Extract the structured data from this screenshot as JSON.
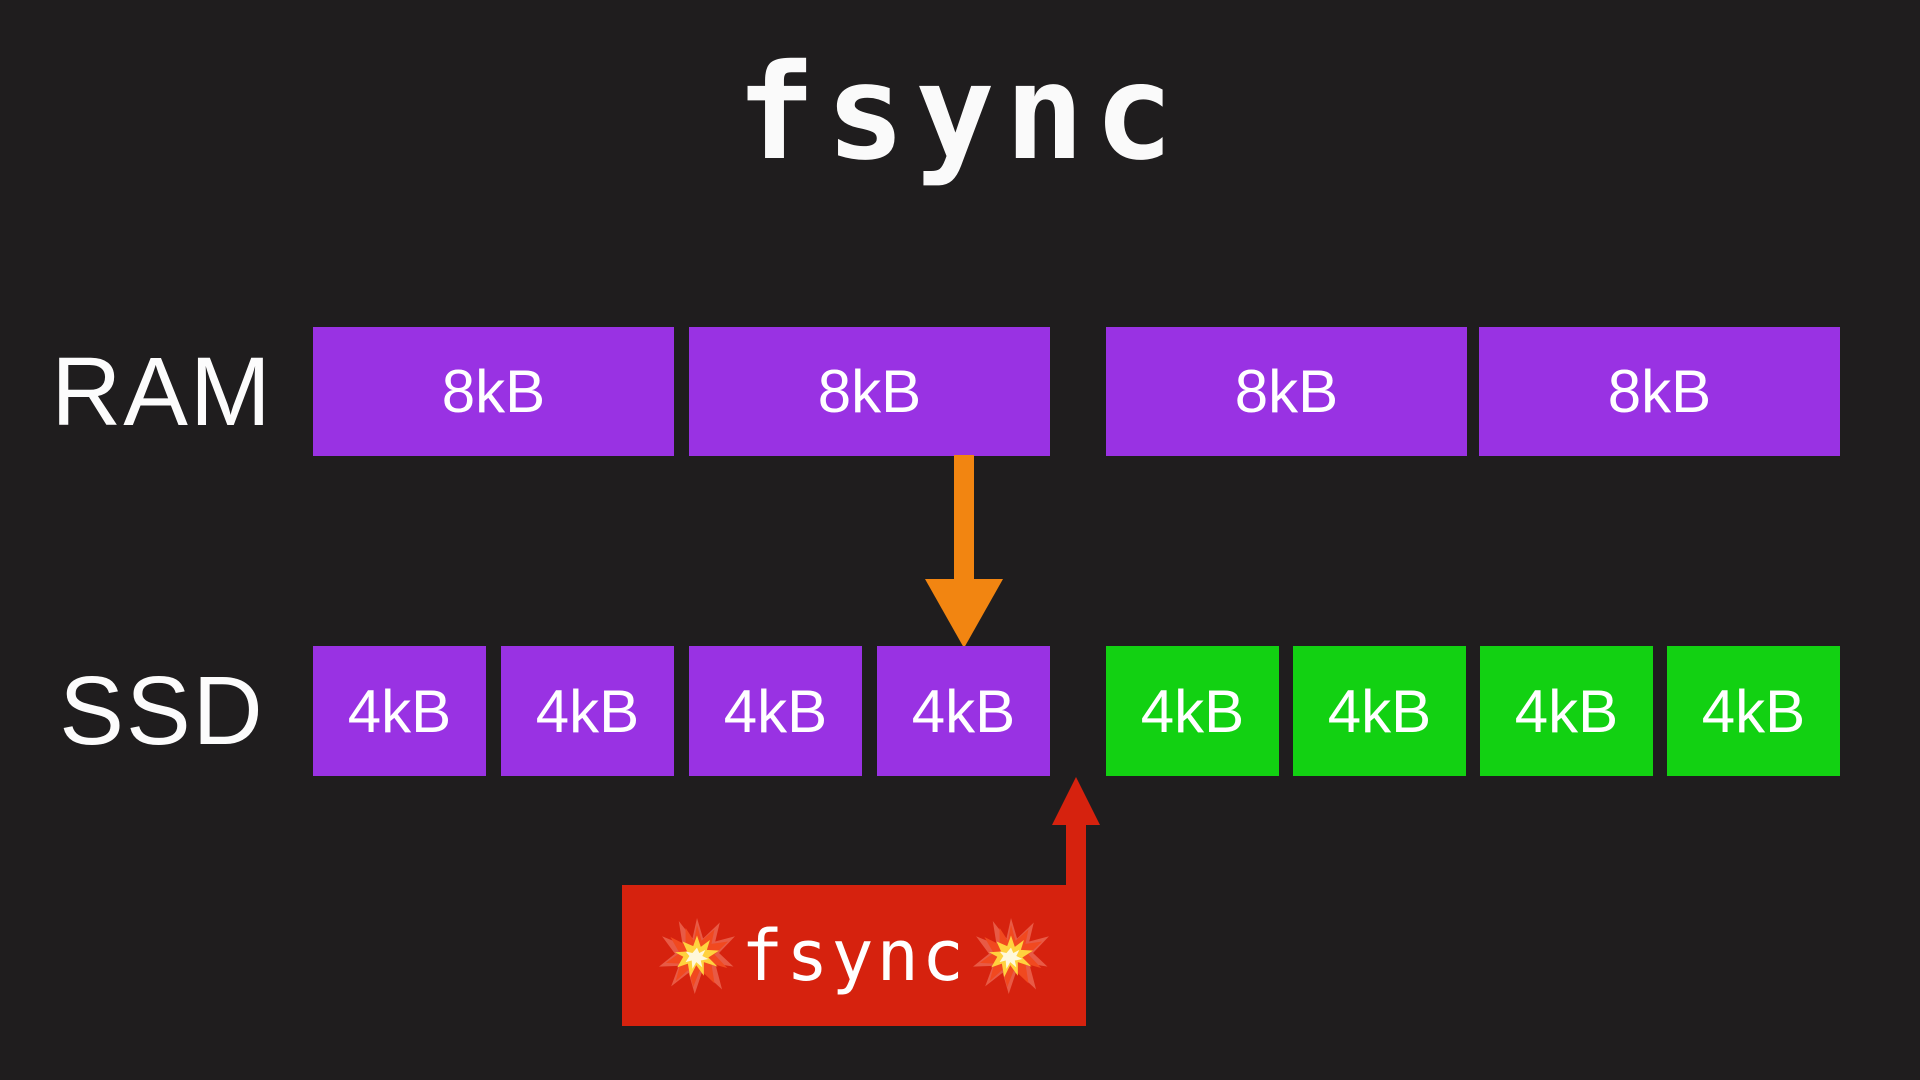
{
  "title": "fsync",
  "ram_row": {
    "label": "RAM",
    "blocks": [
      "8kB",
      "8kB",
      "8kB",
      "8kB"
    ]
  },
  "ssd_row": {
    "label": "SSD",
    "dirty_blocks": [
      "4kB",
      "4kB",
      "4kB",
      "4kB"
    ],
    "synced_blocks": [
      "4kB",
      "4kB",
      "4kB",
      "4kB"
    ]
  },
  "fsync_badge": {
    "label": "fsync",
    "left_icon": "explosion-icon",
    "right_icon": "explosion-icon"
  },
  "icons": {
    "write_back_arrow": "arrow-down-icon",
    "fsync_arrow": "arrow-up-icon"
  },
  "colors": {
    "background": "#1f1d1e",
    "dirty_purple": "#9932e3",
    "synced_green": "#12d112",
    "write_arrow_orange": "#f28511",
    "fsync_red": "#d6220e",
    "text_white": "#ffffff"
  }
}
